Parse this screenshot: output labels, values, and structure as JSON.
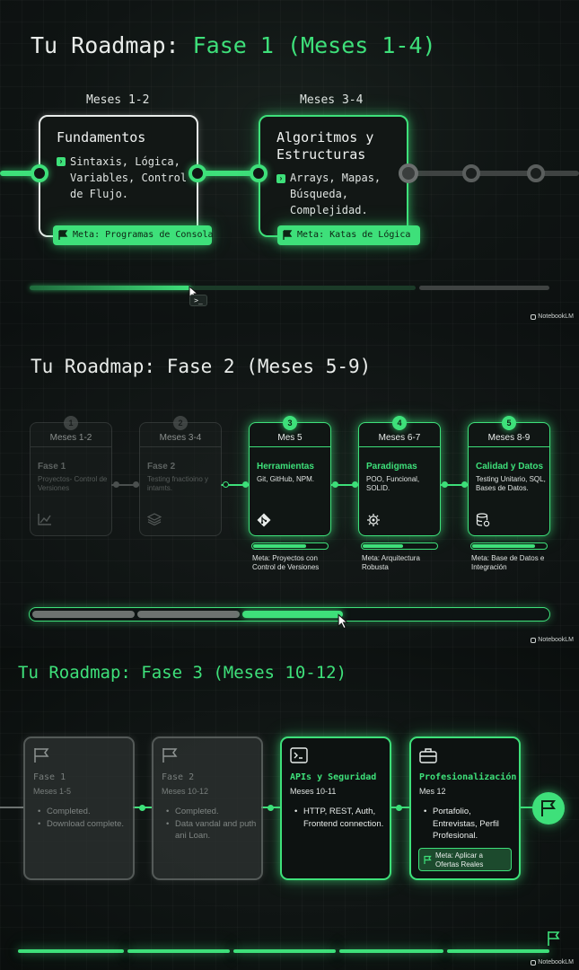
{
  "phase1": {
    "title_prefix": "Tu Roadmap: ",
    "title_accent": "Fase 1 (Meses 1-4)",
    "cards": [
      {
        "months": "Meses 1-2",
        "title": "Fundamentos",
        "body": [
          "Sintaxis, Lógica,",
          "Variables, Control",
          "de Flujo."
        ],
        "meta": "Meta: Programas de Consola"
      },
      {
        "months": "Meses 3-4",
        "title_lines": [
          "Algoritmos y",
          "Estructuras"
        ],
        "body": [
          "Arrays, Mapas,",
          "Búsqueda,",
          "Complejidad."
        ],
        "meta": "Meta: Katas de Lógica"
      }
    ],
    "cursor_prompt": ">_",
    "progress_percent": 32
  },
  "phase2": {
    "title": "Tu Roadmap: Fase 2 (Meses 5-9)",
    "cards": [
      {
        "num": "1",
        "months": "Meses 1-2",
        "title": "Fase 1",
        "body": "Proyectos- Control de Versiones",
        "icon": "chart-line-icon",
        "state": "dim"
      },
      {
        "num": "2",
        "months": "Meses 3-4",
        "title": "Fase 2",
        "body": "Testing fnactioino y intamts.",
        "icon": "layers-icon",
        "state": "dim"
      },
      {
        "num": "3",
        "months": "Mes 5",
        "title": "Herramientas",
        "body": "Git, GitHub, NPM.",
        "icon": "git-icon",
        "state": "active",
        "progress": 0.72,
        "meta": "Meta: Proyectos con Control de Versiones"
      },
      {
        "num": "4",
        "months": "Meses 6-7",
        "title": "Paradigmas",
        "body": "POO, Funcional, SOLID.",
        "icon": "gear-icon",
        "state": "active",
        "progress": 0.55,
        "meta": "Meta: Arquitectura Robusta"
      },
      {
        "num": "5",
        "months": "Meses 8-9",
        "title": "Calidad y Datos",
        "body": "Testing Unitario, SQL, Bases de Datos.",
        "icon": "database-icon",
        "state": "active",
        "progress": 0.85,
        "meta": "Meta: Base de Datos e Integración"
      }
    ]
  },
  "phase3": {
    "title": "Tu Roadmap: Fase 3 (Meses 10-12)",
    "cards": [
      {
        "title": "Fase 1",
        "sub": "Meses 1-5",
        "items": [
          "Completed.",
          "Download complete."
        ],
        "icon": "flag-icon",
        "state": "dim"
      },
      {
        "title": "Fase 2",
        "sub": "Meses 10-12",
        "items": [
          "Completed.",
          "Data vandal and puth ani Loan."
        ],
        "icon": "flag-icon",
        "state": "dim"
      },
      {
        "title": "APIs y Seguridad",
        "sub": "Meses 10-11",
        "items": [
          "HTTP, REST, Auth, Frontend connection."
        ],
        "icon": "terminal-icon",
        "state": "active"
      },
      {
        "title": "Profesionalización",
        "sub": "Mes 12",
        "items": [
          "Portafolio, Entrevistas, Perfil Profesional."
        ],
        "icon": "briefcase-icon",
        "state": "active",
        "meta": "Meta: Aplicar a Ofertas Reales"
      }
    ]
  },
  "brand": "NotebookLM",
  "colors": {
    "accent": "#3ee07a",
    "background": "#0d1111",
    "muted": "#4a4f4e"
  }
}
